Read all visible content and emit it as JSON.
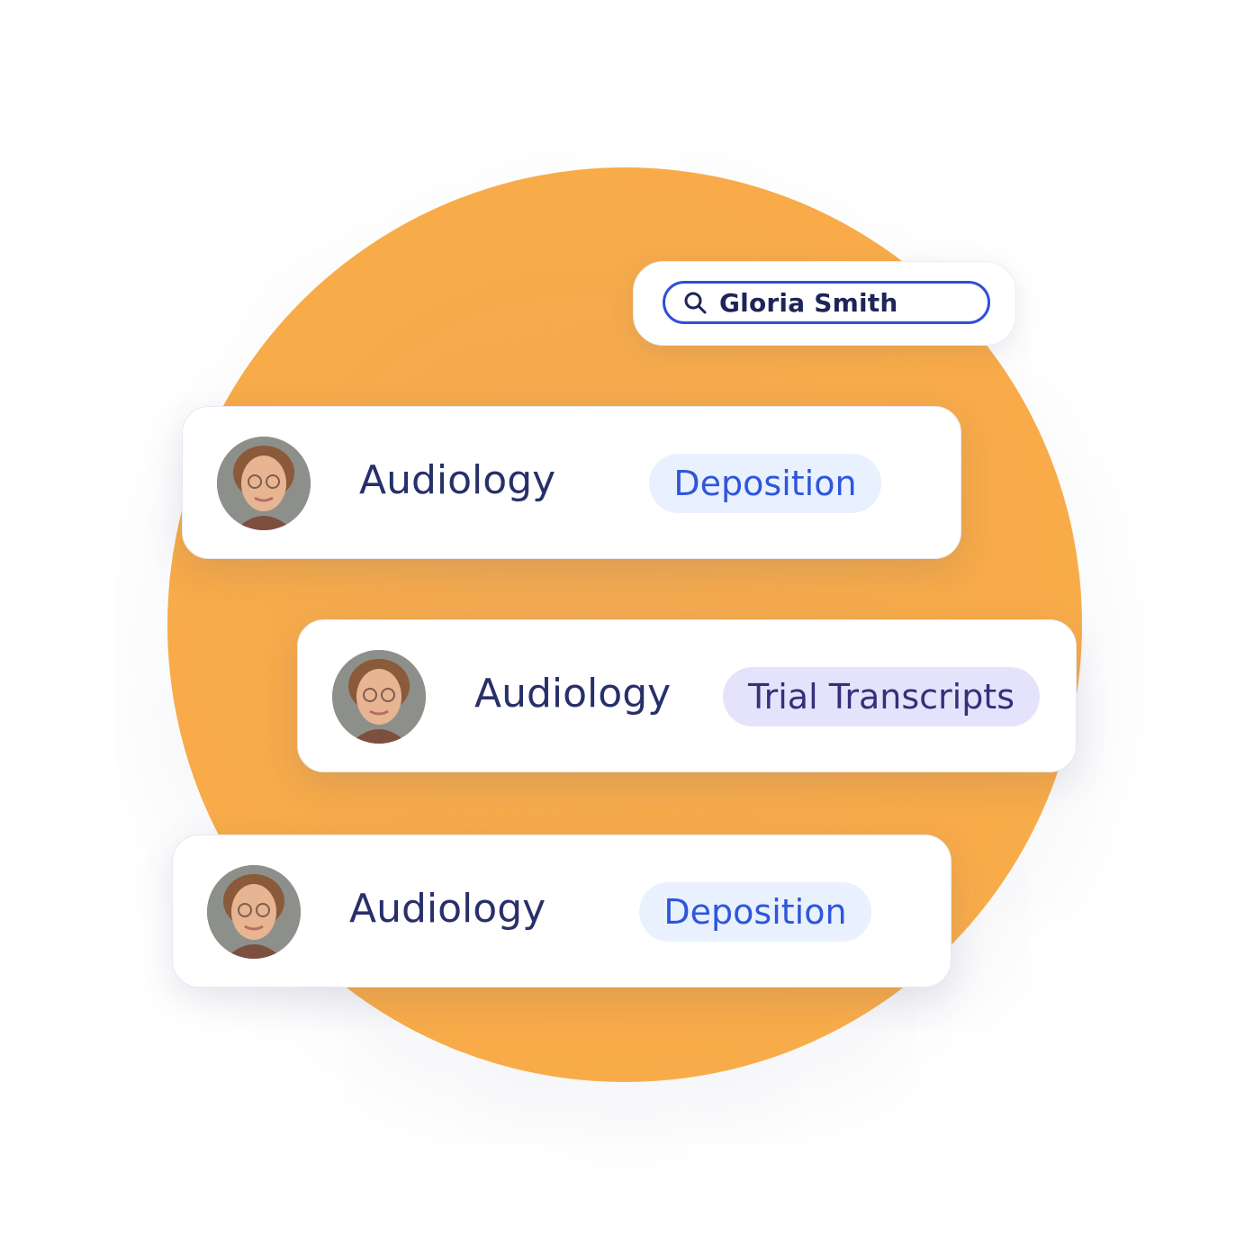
{
  "search": {
    "value": "Gloria Smith",
    "icon": "search-icon"
  },
  "results": [
    {
      "label": "Audiology",
      "tag": "Deposition",
      "avatar": "avatar"
    },
    {
      "label": "Audiology",
      "tag": "Trial Transcripts",
      "avatar": "avatar"
    },
    {
      "label": "Audiology",
      "tag": "Deposition",
      "avatar": "avatar"
    }
  ],
  "colors": {
    "accent_orange": "#f8ab48",
    "search_border": "#2f4fd8",
    "text_dark": "#27306a",
    "deposition_bg": "#e9f1fe",
    "deposition_text": "#2f56db",
    "trial_bg": "#e5e3fb",
    "trial_text": "#34307a"
  }
}
